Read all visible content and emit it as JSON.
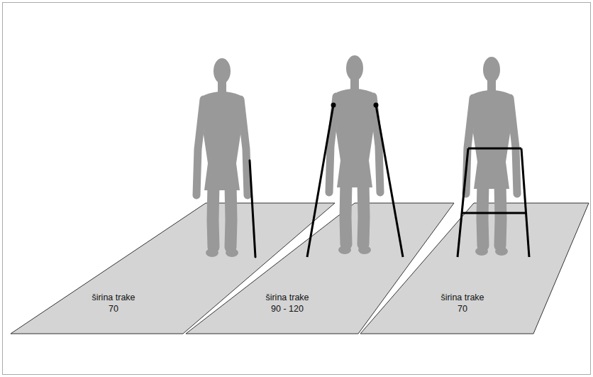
{
  "diagram": {
    "nodes": [
      {
        "text": [
          "širina trake",
          "70"
        ]
      },
      {
        "text": [
          "širina trake",
          "90 - 120"
        ]
      },
      {
        "text": [
          "širina trake",
          "70"
        ]
      }
    ]
  }
}
